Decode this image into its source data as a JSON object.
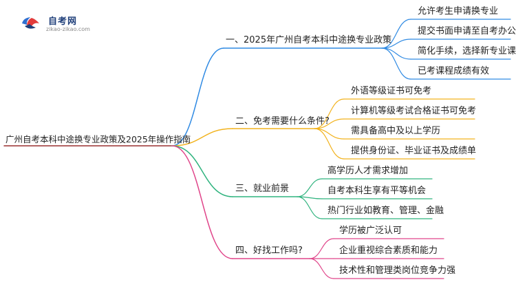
{
  "logo": {
    "title": "自考网",
    "url": "zikao-zikao.com"
  },
  "colors": {
    "branch1": "#2f8ae3",
    "branch2": "#f2b21c",
    "branch3": "#2fb37e",
    "branch4": "#e0458a",
    "root_line": "#9a2f2f"
  },
  "root": {
    "label": "广州自考本科中途换专业政策及2025年操作指南"
  },
  "branches": [
    {
      "label": "一、2025年广州自考本科中途换专业政策",
      "children": [
        "允许考生申请换专业",
        "提交书面申请至自考办公室",
        "简化手续，选择新专业课程",
        "已考课程成绩有效"
      ]
    },
    {
      "label": "二、免考需要什么条件?",
      "children": [
        "外语等级证书可免考",
        "计算机等级考试合格证书可免考",
        "需具备高中及以上学历",
        "提供身份证、毕业证书及成绩单"
      ]
    },
    {
      "label": "三、就业前景",
      "children": [
        "高学历人才需求增加",
        "自考本科生享有平等机会",
        "热门行业如教育、管理、金融"
      ]
    },
    {
      "label": "四、好找工作吗?",
      "children": [
        "学历被广泛认可",
        "企业重视综合素质和能力",
        "技术性和管理类岗位竞争力强"
      ]
    }
  ]
}
